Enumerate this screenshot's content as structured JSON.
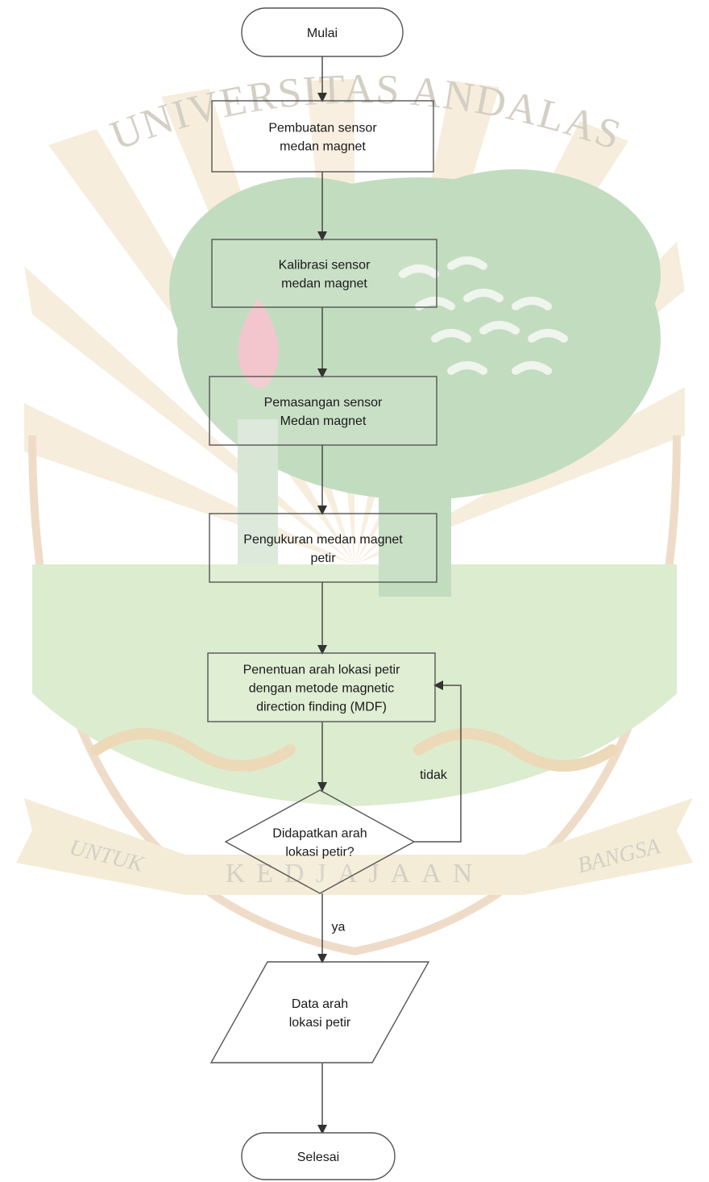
{
  "watermark": {
    "arc_text": "UNIVERSITAS ANDALAS",
    "banner_left": "UNTUK",
    "banner_center": "KEDJAJAAN",
    "banner_right": "BANGSA",
    "colors": {
      "tree": "#c2dcc0",
      "ground": "#dceccf",
      "rays": "#f7eddc",
      "flame": "#f2c6cc",
      "banner": "#f4ecd6"
    }
  },
  "flowchart": {
    "colors": {
      "stroke": "#555555",
      "text": "#1a1a1a",
      "arrow": "#333333"
    },
    "nodes": [
      {
        "id": "start",
        "shape": "terminal",
        "lines": [
          "Mulai"
        ]
      },
      {
        "id": "s1",
        "shape": "process",
        "lines": [
          "Pembuatan sensor",
          "medan magnet"
        ]
      },
      {
        "id": "s2",
        "shape": "process",
        "lines": [
          "Kalibrasi sensor",
          "medan magnet"
        ]
      },
      {
        "id": "s3",
        "shape": "process",
        "lines": [
          "Pemasangan sensor",
          "Medan magnet"
        ]
      },
      {
        "id": "s4",
        "shape": "process",
        "lines": [
          "Pengukuran medan magnet",
          "petir"
        ]
      },
      {
        "id": "s5",
        "shape": "process",
        "lines": [
          "Penentuan arah lokasi petir",
          "dengan metode magnetic",
          "direction finding (MDF)"
        ]
      },
      {
        "id": "d1",
        "shape": "decision",
        "lines": [
          "Didapatkan arah",
          "lokasi petir?"
        ]
      },
      {
        "id": "out",
        "shape": "data",
        "lines": [
          "Data arah",
          "lokasi petir"
        ]
      },
      {
        "id": "end",
        "shape": "terminal",
        "lines": [
          "Selesai"
        ]
      }
    ],
    "edges": [
      {
        "from": "start",
        "to": "s1",
        "label": ""
      },
      {
        "from": "s1",
        "to": "s2",
        "label": ""
      },
      {
        "from": "s2",
        "to": "s3",
        "label": ""
      },
      {
        "from": "s3",
        "to": "s4",
        "label": ""
      },
      {
        "from": "s4",
        "to": "s5",
        "label": ""
      },
      {
        "from": "s5",
        "to": "d1",
        "label": ""
      },
      {
        "from": "d1",
        "to": "s5",
        "label": "tidak"
      },
      {
        "from": "d1",
        "to": "out",
        "label": "ya"
      },
      {
        "from": "out",
        "to": "end",
        "label": ""
      }
    ]
  }
}
